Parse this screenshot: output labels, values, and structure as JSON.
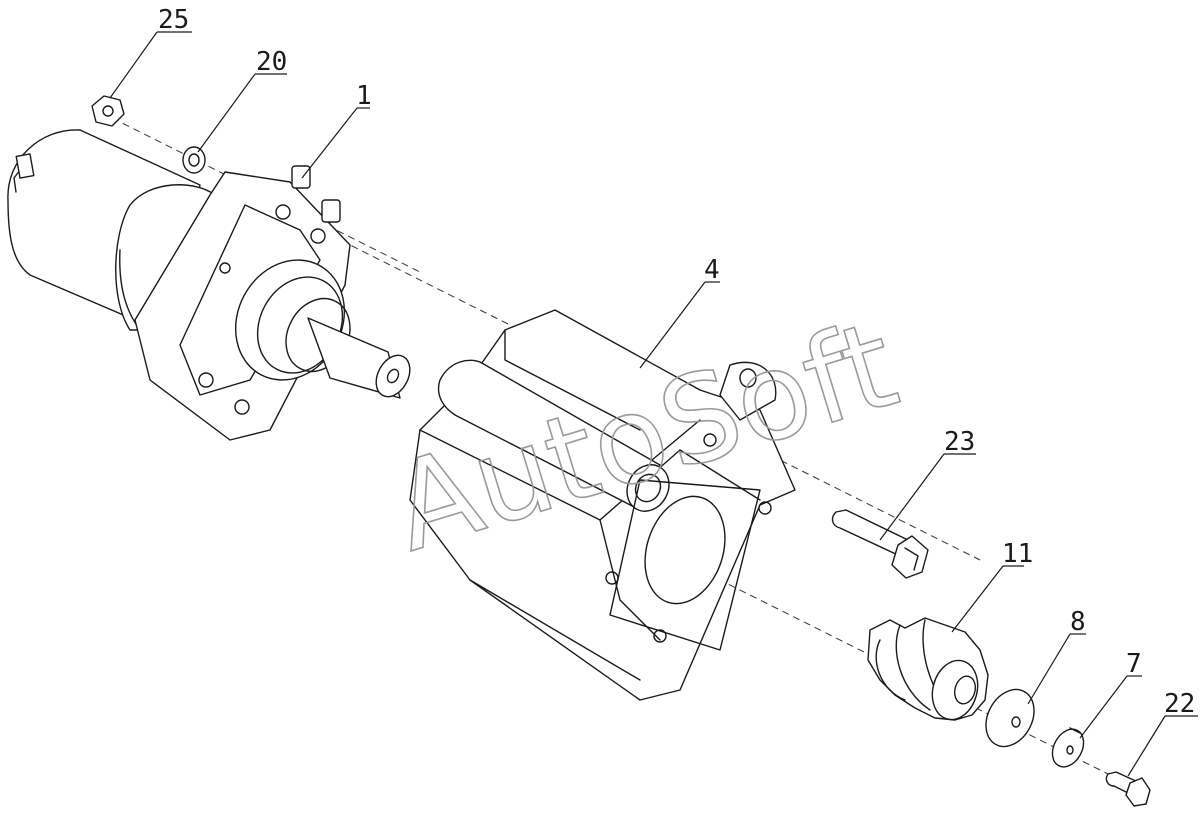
{
  "diagram": {
    "type": "exploded-assembly-drawing",
    "watermark": "AutoSoft",
    "callouts": [
      {
        "id": "c25",
        "label": "25"
      },
      {
        "id": "c20",
        "label": "20"
      },
      {
        "id": "c1",
        "label": "1"
      },
      {
        "id": "c4",
        "label": "4"
      },
      {
        "id": "c23",
        "label": "23"
      },
      {
        "id": "c11",
        "label": "11"
      },
      {
        "id": "c8",
        "label": "8"
      },
      {
        "id": "c7",
        "label": "7"
      },
      {
        "id": "c22",
        "label": "22"
      }
    ],
    "line_color": "#1a1a1a",
    "watermark_color": "#9a9a9a"
  }
}
